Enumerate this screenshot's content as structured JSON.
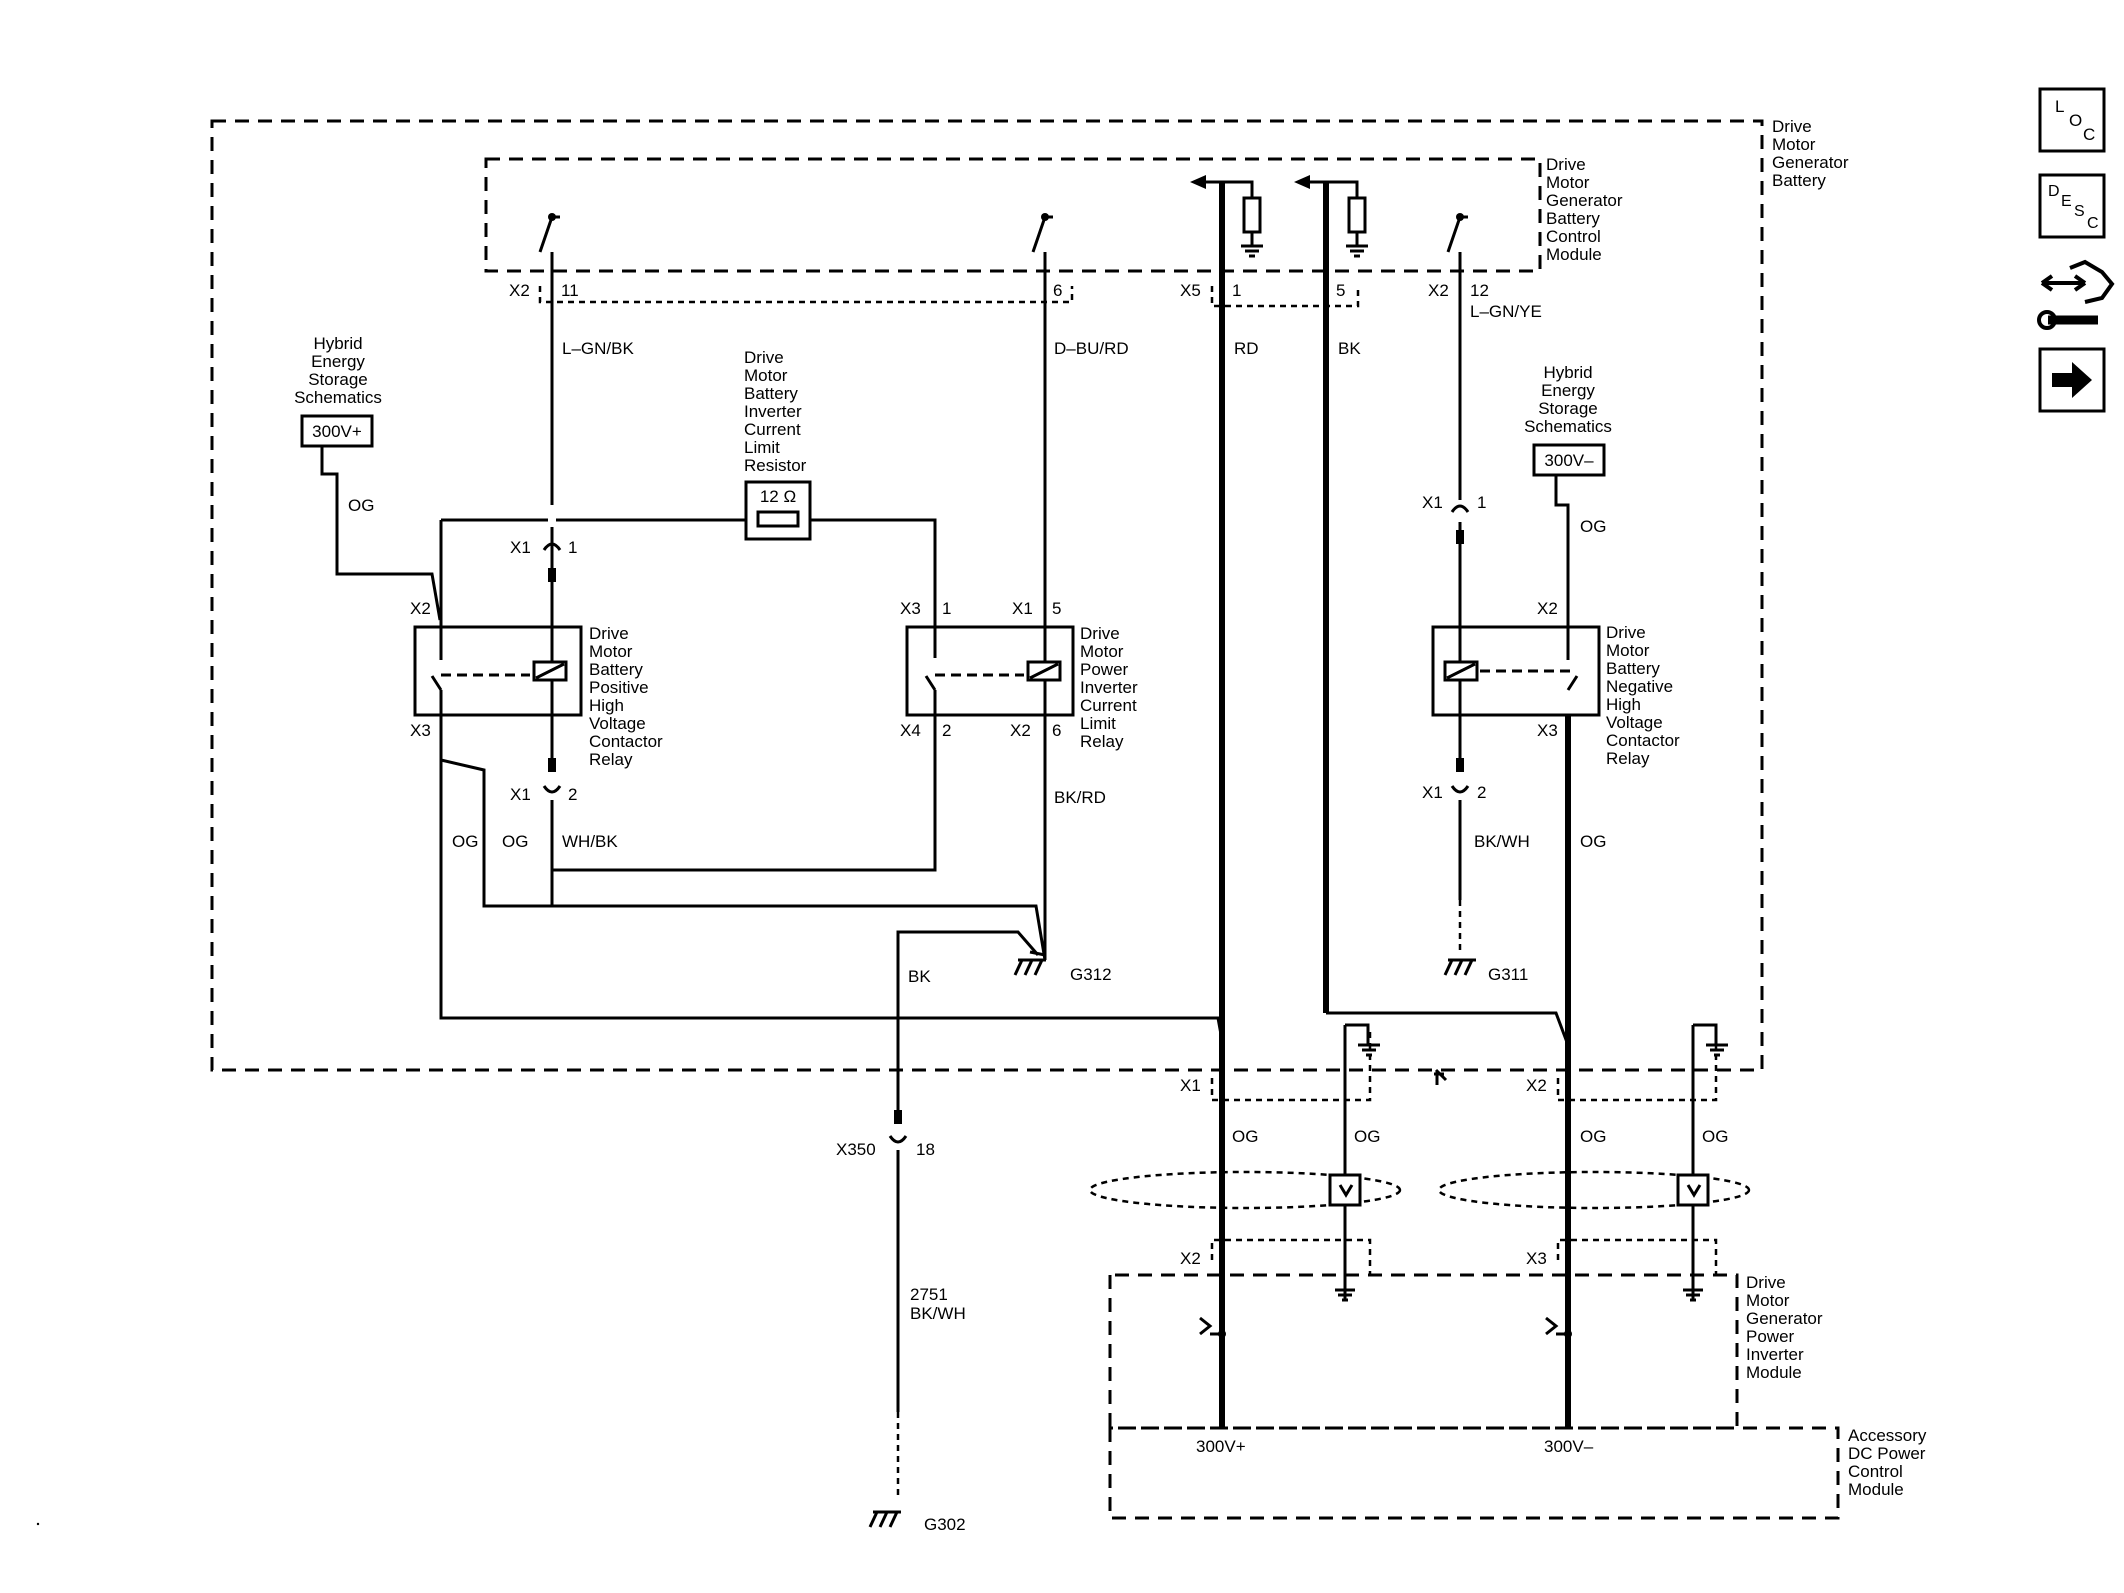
{
  "components": {
    "dmgb": "Drive\nMotor\nGenerator\nBattery",
    "bcm": "Drive\nMotor\nGenerator\nBattery\nControl\nModule",
    "hess_left": "Hybrid\nEnergy\nStorage\nSchematics",
    "hess_right": "Hybrid\nEnergy\nStorage\nSchematics",
    "resistor_title": "Drive\nMotor\nBattery\nInverter\nCurrent\nLimit\nResistor",
    "resistor_value": "12 Ω",
    "pos_relay": "Drive\nMotor\nBattery\nPositive\nHigh\nVoltage\nContactor\nRelay",
    "inv_relay": "Drive\nMotor\nPower\nInverter\nCurrent\nLimit\nRelay",
    "neg_relay": "Drive\nMotor\nBattery\nNegative\nHigh\nVoltage\nContactor\nRelay",
    "pim": "Drive\nMotor\nGenerator\nPower\nInverter\nModule",
    "apm": "Accessory\nDC Power\nControl\nModule"
  },
  "boxes": {
    "v300_pos": "300V+",
    "v300_neg": "300V–"
  },
  "connectors": {
    "x2_11": "X2",
    "pin_11": "11",
    "pin_6": "6",
    "x5_1": "X5",
    "pin_1": "1",
    "pin_5": "5",
    "x2_12": "X2",
    "pin_12": "12",
    "pos_x2": "X2",
    "pos_x3": "X3",
    "pos_x1_top": "X1",
    "pos_pin1": "1",
    "pos_x1_bot": "X1",
    "pos_pin2": "2",
    "inv_x3": "X3",
    "inv_x3_pin": "1",
    "inv_x1": "X1",
    "inv_x1_pin": "5",
    "inv_x4": "X4",
    "inv_x4_pin": "2",
    "inv_x2": "X2",
    "inv_x2_pin": "6",
    "neg_x1_top": "X1",
    "neg_pin1": "1",
    "neg_x2": "X2",
    "neg_x3": "X3",
    "neg_x1_bot": "X1",
    "neg_pin2": "2",
    "out_x1": "X1",
    "out_x2": "X2",
    "x350": "X350",
    "x350_pin": "18",
    "pim_x2": "X2",
    "pim_x3": "X3",
    "apm_pos": "300V+",
    "apm_neg": "300V–"
  },
  "wires": {
    "lgn_bk": "L–GN/BK",
    "dbu_rd": "D–BU/RD",
    "rd": "RD",
    "bk": "BK",
    "lgn_ye": "L–GN/YE",
    "og_left": "OG",
    "og_right": "OG",
    "og_a": "OG",
    "og_b": "OG",
    "wh_bk": "WH/BK",
    "bk_rd": "BK/RD",
    "bk_wh": "BK/WH",
    "og_neg": "OG",
    "bk_g312": "BK",
    "circuit_2751": "2751",
    "bk_wh_2751": "BK/WH",
    "og_out1": "OG",
    "og_out2": "OG",
    "og_out3": "OG",
    "og_out4": "OG"
  },
  "grounds": {
    "g312": "G312",
    "g311": "G311",
    "g302": "G302"
  },
  "nav": [
    {
      "id": "loc",
      "icon": "loc-icon",
      "letters": [
        "L",
        "O",
        "C"
      ]
    },
    {
      "id": "desc",
      "icon": "desc-icon",
      "letters": [
        "D",
        "E",
        "S",
        "C"
      ]
    },
    {
      "id": "repair",
      "icon": "connector-repair-icon"
    },
    {
      "id": "next",
      "icon": "arrow-right-icon"
    }
  ]
}
